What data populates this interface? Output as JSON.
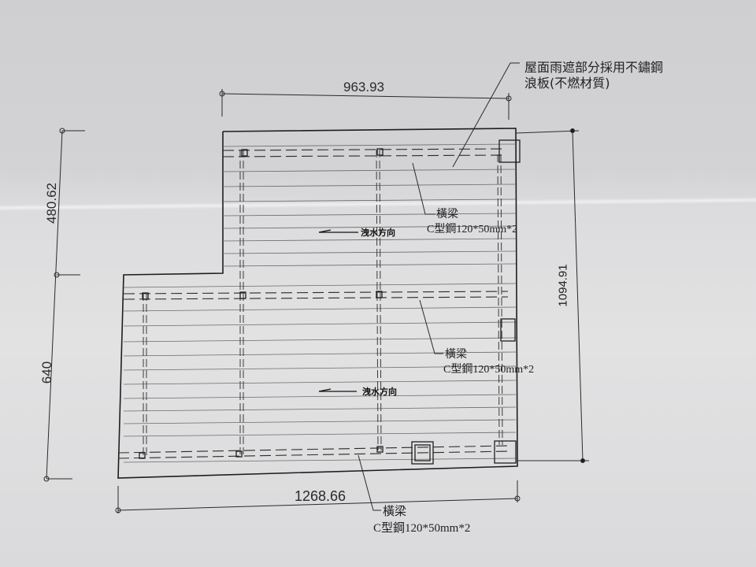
{
  "drawing": {
    "type": "roof-plan",
    "dimensions": {
      "top_width": "963.93",
      "bottom_width": "1268.66",
      "right_height": "1094.91",
      "left_upper_height": "480.62",
      "left_lower_height": "640"
    },
    "annotations": {
      "roof_note_line1": "屋面雨遮部分採用不鏽鋼",
      "roof_note_line2": "浪板(不燃材質)",
      "flow_direction_upper": "洩水方向",
      "flow_direction_lower": "洩水方向",
      "beam_upper_label": "橫梁",
      "beam_upper_spec": "C型鋼120*50mm*2",
      "beam_middle_label": "橫梁",
      "beam_middle_spec": "C型鋼120*50mm*2",
      "beam_bottom_label": "橫梁",
      "beam_bottom_spec": "C型鋼120*50mm*2"
    },
    "colors": {
      "paper": "#dcdcde",
      "ink": "#1e1e1e",
      "thin_line": "#555555"
    }
  }
}
